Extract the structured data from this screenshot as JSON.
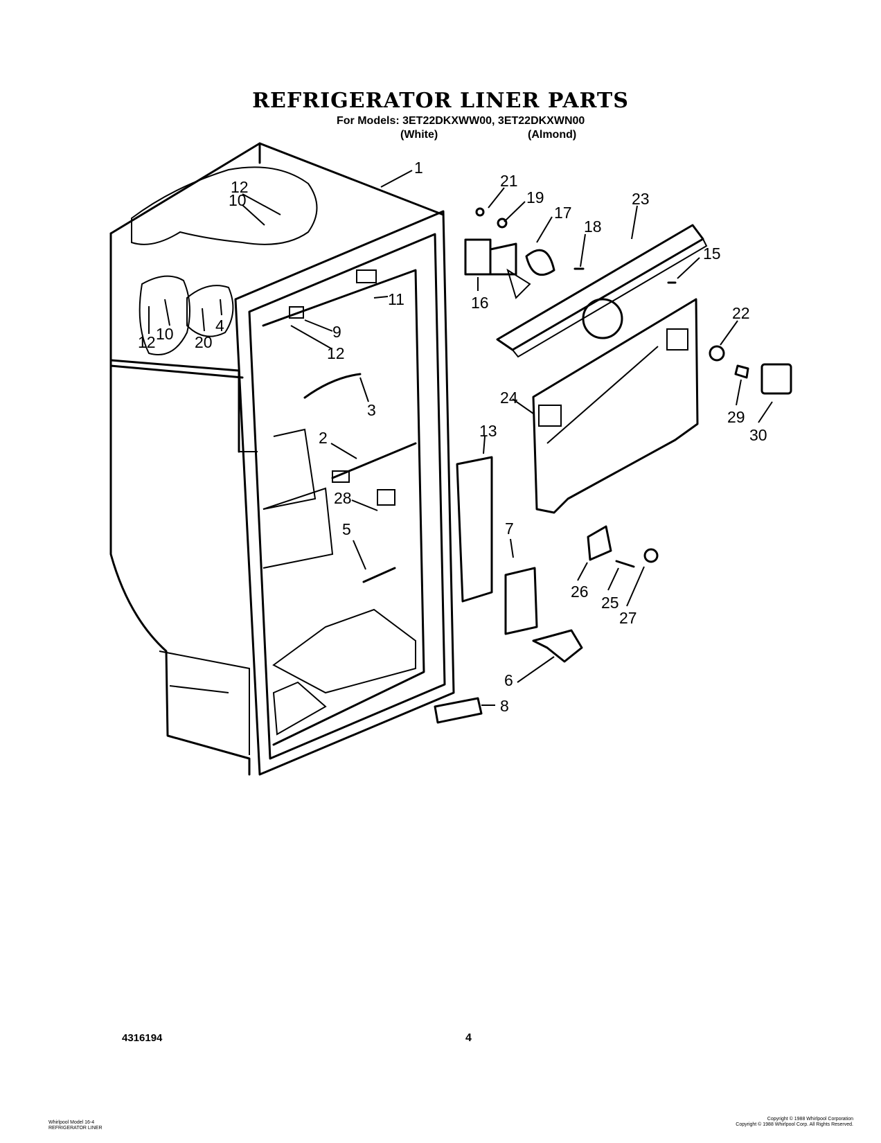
{
  "header": {
    "title": "REFRIGERATOR LINER PARTS",
    "models_line": "For Models: 3ET22DKXWW00, 3ET22DKXWN00",
    "color_white": "(White)",
    "color_almond": "(Almond)"
  },
  "callouts": [
    "1",
    "2",
    "3",
    "4",
    "5",
    "6",
    "7",
    "8",
    "9",
    "10",
    "10",
    "11",
    "12",
    "12",
    "12",
    "13",
    "15",
    "16",
    "17",
    "18",
    "19",
    "20",
    "21",
    "22",
    "23",
    "24",
    "25",
    "26",
    "27",
    "28",
    "29",
    "30"
  ],
  "footer": {
    "document_number": "4316194",
    "page_number": "4",
    "left_note_line1": "Whirlpool Model 16-4",
    "left_note_line2": "REFRIGERATOR LINER",
    "right_note_line1": "Copyright © 1988 Whirlpool Corporation",
    "right_note_line2": "Copyright © 1988 Whirlpool Corp. All Rights Reserved."
  }
}
